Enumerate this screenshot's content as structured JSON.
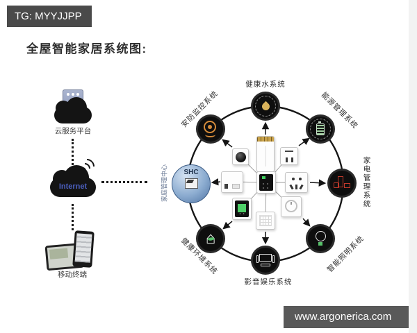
{
  "header": {
    "tg_label": "TG: MYYJJPP"
  },
  "title": "全屋智能家居系统图:",
  "watermark": "www.argonerica.com",
  "left_chain": {
    "cloud_label": "云服务平台",
    "internet_label": "Internet",
    "mobile_label": "移动终端"
  },
  "hub": {
    "label": "SHC",
    "side_label": "家庭管理中心"
  },
  "systems": [
    {
      "label": "健康水系统",
      "position": "top",
      "icon": "water-drop"
    },
    {
      "label": "能源管理系统",
      "position": "top-right",
      "icon": "battery"
    },
    {
      "label": "家电管理系统",
      "position": "right",
      "icon": "appliances"
    },
    {
      "label": "智能照明系统",
      "position": "bottom-right",
      "icon": "light-bulb"
    },
    {
      "label": "影音娱乐系统",
      "position": "bottom",
      "icon": "home-theater"
    },
    {
      "label": "健康环境系统",
      "position": "bottom-left",
      "icon": "eco-house"
    },
    {
      "label": "安防监控系统",
      "position": "top-left",
      "icon": "security-camera"
    }
  ],
  "modules": [
    "water-purifier",
    "dome-camera",
    "double-socket",
    "switch-panel",
    "control-panel",
    "five-hole-socket",
    "thermostat",
    "air-vent",
    "dimmer-knob"
  ],
  "icons": {
    "eco_house_glyph": "⌂"
  },
  "colors": {
    "box_gray": "#4a4a4a",
    "watermark_gray": "#595959",
    "node_black": "#0e0e0e",
    "hub_blue": "#8cacd0",
    "accent_gold": "#d9b35b",
    "accent_red": "#c0392b",
    "accent_green": "#57c06a",
    "accent_orange": "#d58b3a",
    "internet_blue": "#4b5fc0"
  }
}
